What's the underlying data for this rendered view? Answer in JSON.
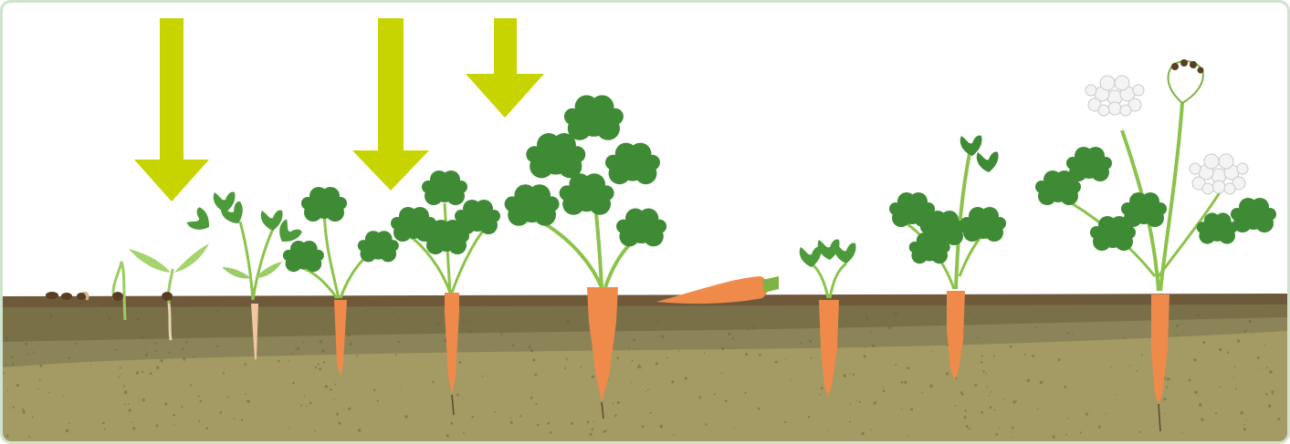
{
  "diagram": {
    "stages": [
      {
        "name": "seeds"
      },
      {
        "name": "germination"
      },
      {
        "name": "cotyledons"
      },
      {
        "name": "first-true-leaves"
      },
      {
        "name": "young-plant"
      },
      {
        "name": "growing-root"
      },
      {
        "name": "mature-carrot"
      },
      {
        "name": "harvested-carrot"
      },
      {
        "name": "second-year-regrowth"
      },
      {
        "name": "bolting-stem"
      },
      {
        "name": "flowering-and-seeding"
      }
    ],
    "arrow_count": 3,
    "colors": {
      "arrow": "#c8d400",
      "sky": "#ffffff",
      "topsoil": "#6e5a3a",
      "soil_mid": "#8b8458",
      "soil_deep": "#a49a64",
      "carrot": "#f08a4b",
      "leaf": "#3f8a35",
      "stem": "#8bc34a",
      "flower": "#f4f4f4",
      "seed": "#5a3e24",
      "frame": "#cfe3cf"
    }
  }
}
